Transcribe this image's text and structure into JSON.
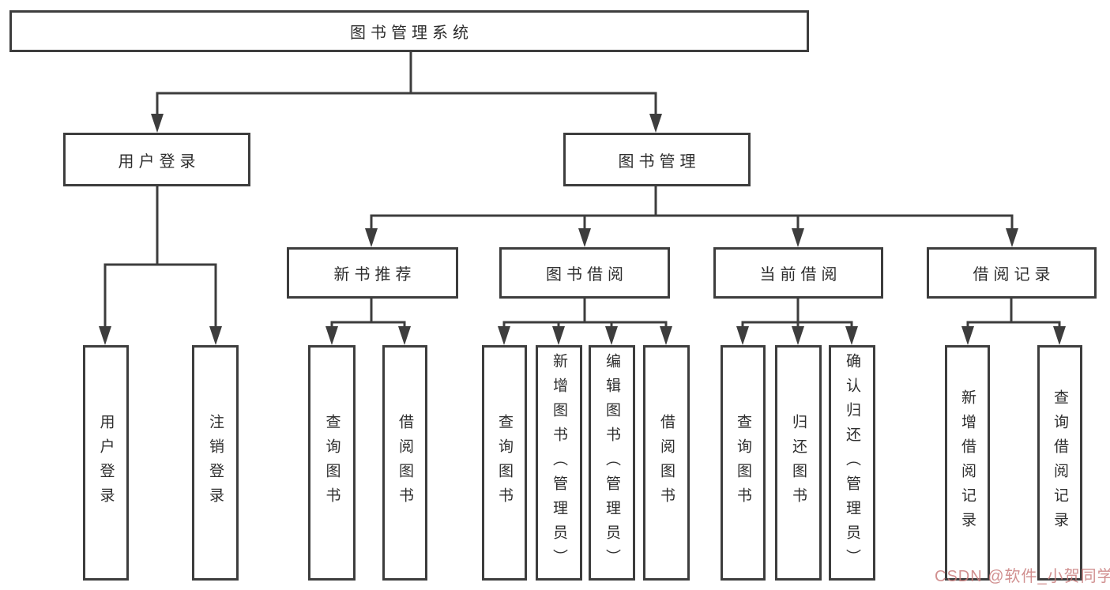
{
  "tree": {
    "label": "图书管理系统",
    "children": [
      {
        "label": "用户登录",
        "children": [
          {
            "label": "用户登录"
          },
          {
            "label": "注销登录"
          }
        ]
      },
      {
        "label": "图书管理",
        "children": [
          {
            "label": "新书推荐",
            "children": [
              {
                "label": "查询图书"
              },
              {
                "label": "借阅图书"
              }
            ]
          },
          {
            "label": "图书借阅",
            "children": [
              {
                "label": "查询图书"
              },
              {
                "label": "新增图书（管理员）"
              },
              {
                "label": "编辑图书（管理员）"
              },
              {
                "label": "借阅图书"
              }
            ]
          },
          {
            "label": "当前借阅",
            "children": [
              {
                "label": "查询图书"
              },
              {
                "label": "归还图书"
              },
              {
                "label": "确认归还（管理员）"
              }
            ]
          },
          {
            "label": "借阅记录",
            "children": [
              {
                "label": "新增借阅记录"
              },
              {
                "label": "查询借阅记录"
              }
            ]
          }
        ]
      }
    ]
  },
  "watermark": {
    "text": "CSDN @软件_小贺同学"
  },
  "colors": {
    "line": "#3d3d3d",
    "box_border": "#3d3d3d",
    "text": "#2e2e2e",
    "watermark": "#c97d7d",
    "background": "#ffffff"
  }
}
